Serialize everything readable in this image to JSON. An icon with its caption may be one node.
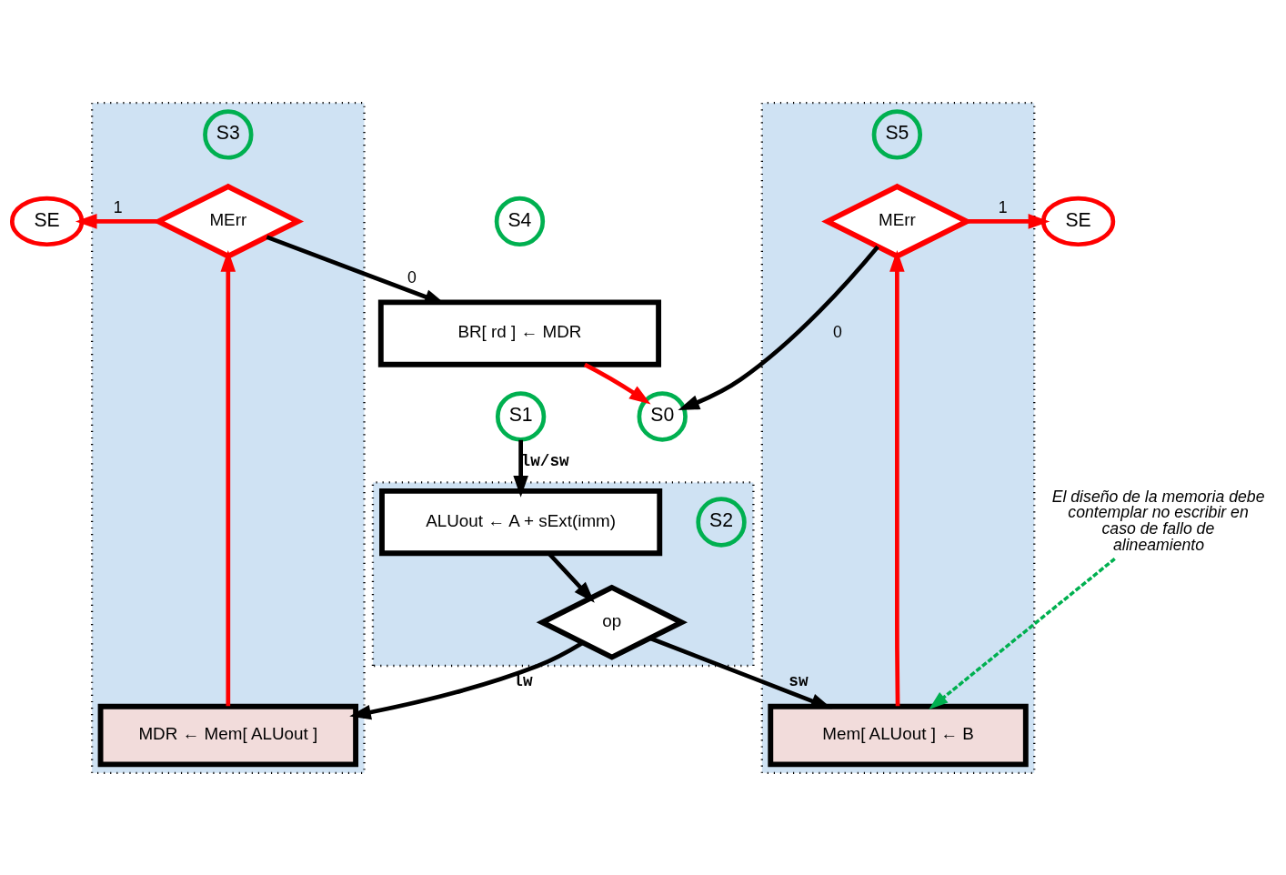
{
  "diagram": {
    "nodes": [
      {
        "text": [
          "S1"
        ]
      },
      {
        "text": [],
        "shape": "box"
      },
      {
        "text": [
          "S2"
        ],
        "in": 1
      },
      {
        "text": [
          "ALUout ← A + sExt(imm)"
        ],
        "in": 1
      },
      {
        "text": [
          "op"
        ],
        "in": 1
      },
      {
        "text": [],
        "shape": "box"
      },
      {
        "text": [
          "S3"
        ],
        "in": 5
      },
      {
        "text": [
          "MDR ← Mem[ ALUout ]"
        ],
        "in": 5
      },
      {
        "text": [
          "MErr"
        ],
        "in": 5
      },
      {
        "text": [],
        "shape": "box"
      },
      {
        "text": [
          "S5"
        ],
        "in": 9
      },
      {
        "text": [
          "Mem[ ALUout ] ← B"
        ],
        "in": 9
      },
      {
        "text": [
          "MErr"
        ],
        "in": 9
      },
      {
        "text": [
          "SE"
        ]
      },
      {
        "text": [
          "SE"
        ]
      },
      {
        "text": [
          "S4"
        ]
      },
      {
        "text": [
          "BR[ rd ] ← MDR"
        ]
      },
      {
        "text": [
          "S0"
        ]
      },
      {
        "text": [
          "El diseño de la memoria debe contemplar no escribir en caso de fallo de alineamiento"
        ]
      }
    ],
    "edges": [
      {
        "from": 0,
        "to": 3,
        "arrow": "to",
        "label": "lw/sw"
      },
      {
        "from": 3,
        "to": 4,
        "arrow": "to"
      },
      {
        "from": 4,
        "to": 7,
        "arrow": "to",
        "label": "lw"
      },
      {
        "from": 4,
        "to": 11,
        "arrow": "to",
        "label": "sw"
      },
      {
        "from": 7,
        "to": 8,
        "arrow": "to",
        "color": "#ff0000"
      },
      {
        "from": 8,
        "to": 13,
        "arrow": "to",
        "label": "1",
        "color": "#ff0000"
      },
      {
        "from": 8,
        "to": 16,
        "arrow": "to",
        "label": "0"
      },
      {
        "from": 11,
        "to": 12,
        "arrow": "to",
        "color": "#ff0000"
      },
      {
        "from": 12,
        "to": 14,
        "arrow": "to",
        "label": "1",
        "color": "#ff0000"
      },
      {
        "from": 12,
        "to": 17,
        "arrow": "to",
        "label": "0"
      },
      {
        "from": 16,
        "to": 17,
        "arrow": "to",
        "color": "#ff0000"
      },
      {
        "from": 18,
        "to": 11,
        "arrow": "to",
        "style": "dashed",
        "color": "#00b050"
      }
    ]
  }
}
